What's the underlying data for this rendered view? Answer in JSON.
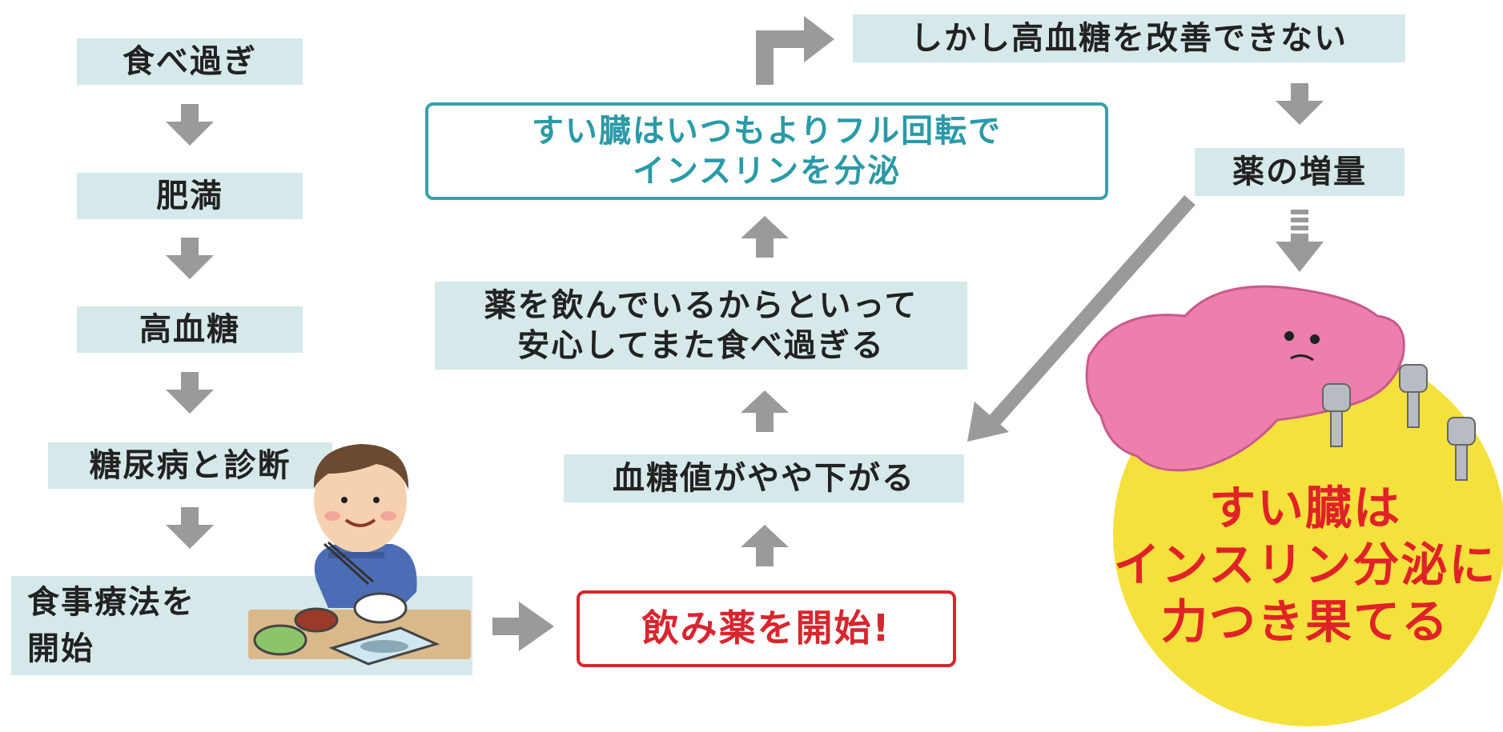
{
  "left_column": {
    "step1": "食べ過ぎ",
    "step2": "肥満",
    "step3": "高血糖",
    "step4": "糖尿病と診断",
    "step5_line1": "食事療法を",
    "step5_line2": "開始"
  },
  "middle_column": {
    "start_drug": "飲み薬を開始!",
    "glucose_drop": "血糖値がやや下がる",
    "overeat_line1": "薬を飲んでいるからといって",
    "overeat_line2": "安心してまた食べ過ぎる",
    "pancreas_line1": "すい臓はいつもよりフル回転で",
    "pancreas_line2": "インスリンを分泌"
  },
  "right_column": {
    "cannot_improve": "しかし高血糖を改善できない",
    "increase_drug": "薬の増量",
    "exhausted_line1": "すい臓は",
    "exhausted_line2": "インスリン分泌に",
    "exhausted_line3": "力つき果てる"
  },
  "colors": {
    "box_fill": "#d6e9ea",
    "arrow": "#9a9a9a",
    "teal": "#2a9aa8",
    "red": "#d9252e",
    "yellow": "#f5e13c",
    "pancreas": "#ec7fae"
  }
}
